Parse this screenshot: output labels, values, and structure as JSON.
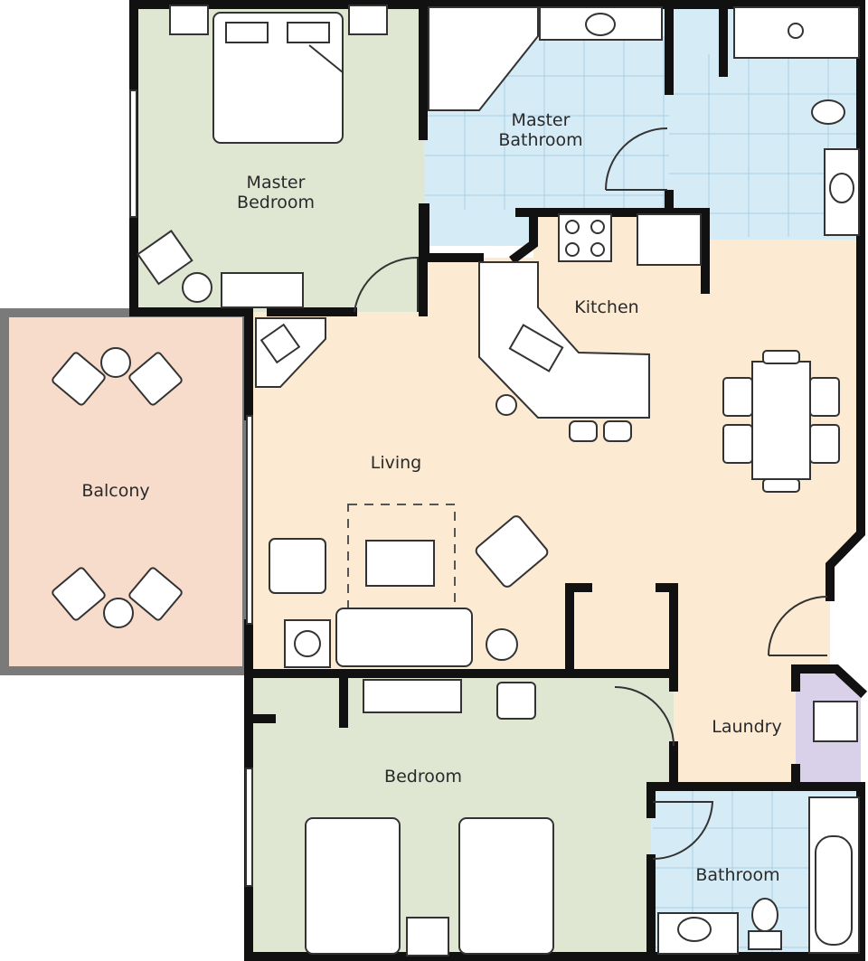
{
  "rooms": {
    "master_bedroom": [
      "Master",
      "Bedroom"
    ],
    "master_bathroom": [
      "Master",
      "Bathroom"
    ],
    "kitchen": "Kitchen",
    "balcony": "Balcony",
    "living": "Living",
    "laundry": "Laundry",
    "bedroom": "Bedroom",
    "bathroom": "Bathroom"
  },
  "colors": {
    "bedroom_green": "#dfe6d2",
    "bathroom_blue": "#d5ebf6",
    "living_cream": "#fcebd2",
    "balcony_peach": "#f8dccb",
    "balcony_border": "#7a7a7a",
    "laundry_purple": "#d9d0e9",
    "wall": "#111111"
  }
}
